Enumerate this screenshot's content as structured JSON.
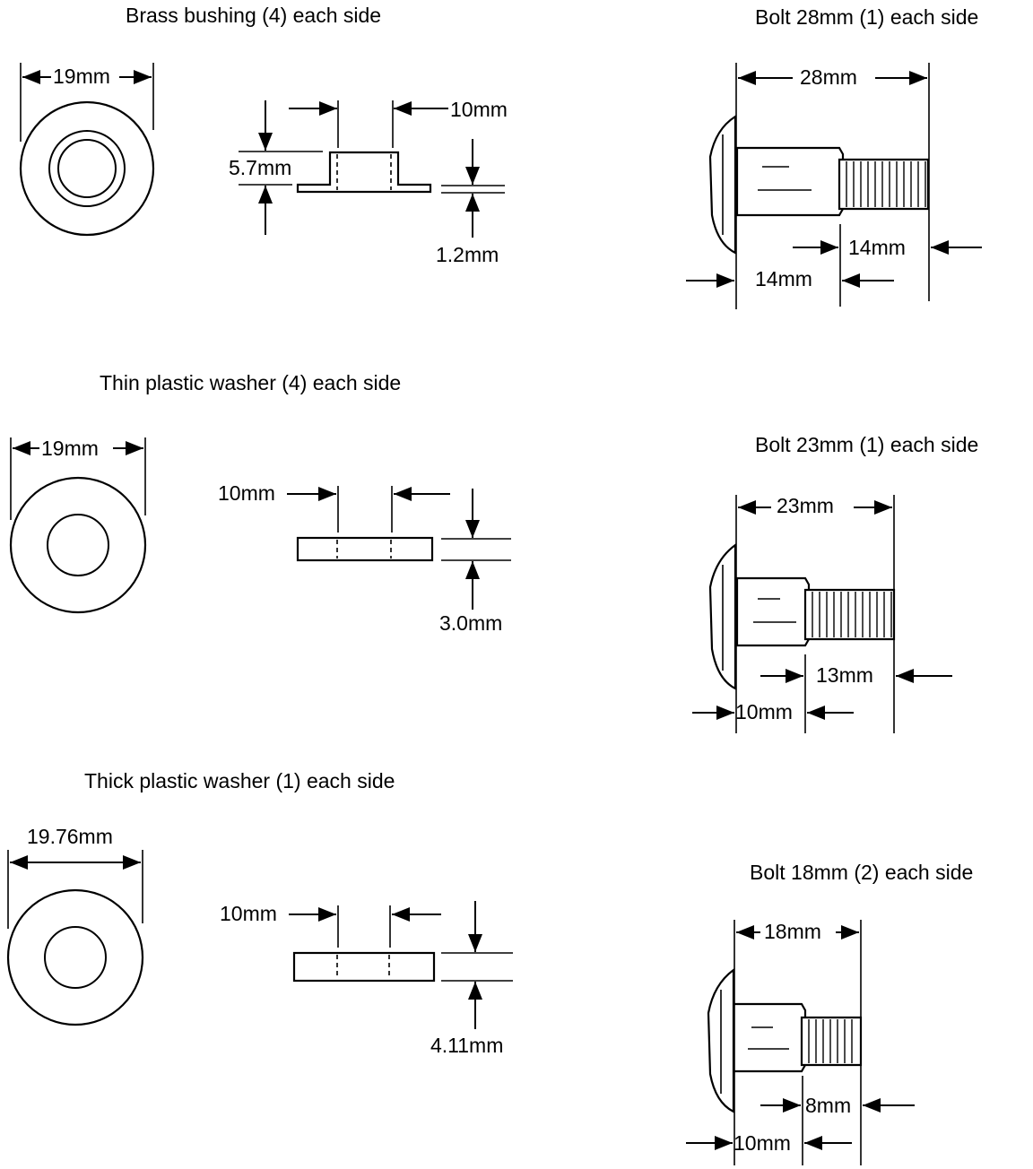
{
  "colors": {
    "ink": "#000000",
    "paper": "#ffffff"
  },
  "brass_bushing": {
    "title": "Brass bushing (4) each side",
    "outer_diameter": "19mm",
    "inner_diameter": "10mm",
    "height": "5.7mm",
    "flange_thickness": "1.2mm"
  },
  "thin_washer": {
    "title": "Thin plastic washer (4) each side",
    "outer_diameter": "19mm",
    "inner_diameter": "10mm",
    "thickness": "3.0mm"
  },
  "thick_washer": {
    "title": "Thick plastic washer (1) each side",
    "outer_diameter": "19.76mm",
    "inner_diameter": "10mm",
    "thickness": "4.11mm"
  },
  "bolt_28": {
    "title": "Bolt 28mm (1) each side",
    "length": "28mm",
    "thread_length": "14mm",
    "shank_length": "14mm"
  },
  "bolt_23": {
    "title": "Bolt 23mm (1) each side",
    "length": "23mm",
    "thread_length": "13mm",
    "shank_length": "10mm"
  },
  "bolt_18": {
    "title": "Bolt 18mm (2) each side",
    "length": "18mm",
    "thread_length": "8mm",
    "shank_length": "10mm"
  }
}
